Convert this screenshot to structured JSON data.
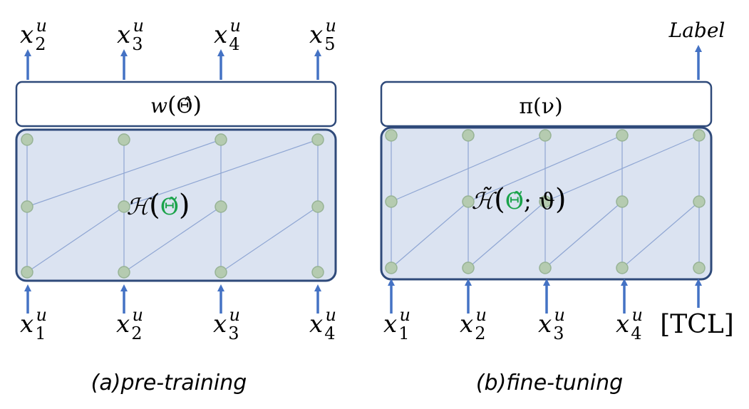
{
  "colors": {
    "box_border": "#2f4a7a",
    "body_fill": "#dbe3f1",
    "node_fill": "#b5cbb0",
    "node_stroke": "#97b395",
    "edge": "#8fa6d3",
    "arrow": "#4472c4",
    "theta_green": "#1aa34a",
    "text": "#1a1a1a"
  },
  "panel_a": {
    "head_label": {
      "func": "w",
      "arg": "Θ̂"
    },
    "body_label": {
      "func": "ℋ",
      "arg": "Θ̃"
    },
    "outputs": [
      {
        "base": "x",
        "sub": "2",
        "sup": "u"
      },
      {
        "base": "x",
        "sub": "3",
        "sup": "u"
      },
      {
        "base": "x",
        "sub": "4",
        "sup": "u"
      },
      {
        "base": "x",
        "sub": "5",
        "sup": "u"
      }
    ],
    "inputs": [
      {
        "base": "x",
        "sub": "1",
        "sup": "u"
      },
      {
        "base": "x",
        "sub": "2",
        "sup": "u"
      },
      {
        "base": "x",
        "sub": "3",
        "sup": "u"
      },
      {
        "base": "x",
        "sub": "4",
        "sup": "u"
      }
    ],
    "caption": "(a)pre-training"
  },
  "panel_b": {
    "head_label": "π(ν)",
    "body_label": {
      "func": "ℋ̃",
      "arg": "Θ̃",
      "extra": "; ϑ"
    },
    "output_label": "Label",
    "inputs": [
      {
        "base": "x",
        "sub": "1",
        "sup": "u"
      },
      {
        "base": "x",
        "sub": "2",
        "sup": "u"
      },
      {
        "base": "x",
        "sub": "3",
        "sup": "u"
      },
      {
        "base": "x",
        "sub": "4",
        "sup": "u"
      }
    ],
    "extra_input": "[TCL]",
    "caption": "(b)fine-tuning"
  }
}
